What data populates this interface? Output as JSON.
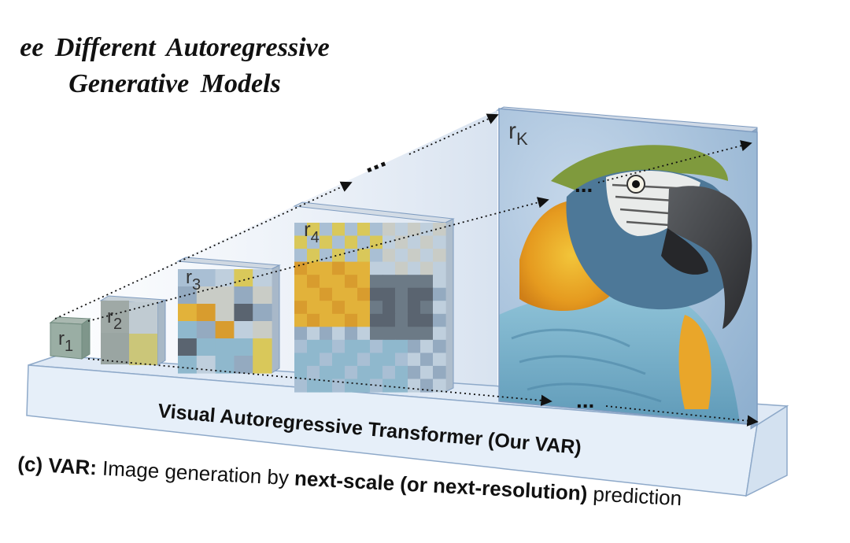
{
  "title": {
    "line1": "ee  Different  Autoregressive",
    "line2": "Generative  Models"
  },
  "scales": [
    {
      "label": "r",
      "sub": "1"
    },
    {
      "label": "r",
      "sub": "2"
    },
    {
      "label": "r",
      "sub": "3"
    },
    {
      "label": "r",
      "sub": "4"
    },
    {
      "label": "r",
      "sub": "K"
    }
  ],
  "ellipsis": "...",
  "platform_label": "Visual Autoregressive Transformer  (Our VAR)",
  "caption": {
    "prefix": "(c) VAR:",
    "part1": " Image generation by ",
    "bold": "next-scale (or next-resolution)",
    "part2": " prediction"
  },
  "colors": {
    "platform_top": "#dfe9f5",
    "platform_front": "#e4eef8",
    "platform_side": "#d3e1f0",
    "platform_edge": "#8ea9c9",
    "cube_edge": "#7f9cc0",
    "glow": "#dde6f2",
    "macaw_blue": "#7fb8d2",
    "macaw_yellow": "#e8b02a",
    "macaw_orange": "#e38a1c",
    "macaw_green": "#7e9a3c",
    "beak": "#3f4144",
    "background_blue": "#a9c2db"
  }
}
